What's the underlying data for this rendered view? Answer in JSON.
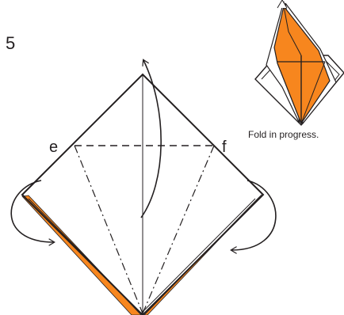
{
  "diagram": {
    "step_number": "5",
    "point_labels": {
      "left": "e",
      "right": "f"
    },
    "inset_caption": "Fold in progress."
  },
  "colors": {
    "paper_color": "#f7861e",
    "line_color": "#231f20",
    "background": "#ffffff"
  }
}
